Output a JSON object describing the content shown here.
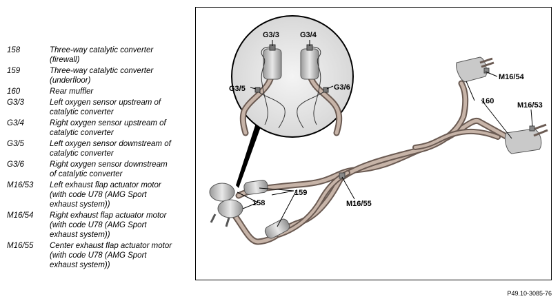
{
  "legend": [
    {
      "code": "158",
      "desc": "Three-way catalytic converter\n(firewall)"
    },
    {
      "code": "159",
      "desc": "Three-way catalytic converter\n(underfloor)"
    },
    {
      "code": "160",
      "desc": "Rear muffler"
    },
    {
      "code": "G3/3",
      "desc": "Left oxygen sensor upstream of\ncatalytic converter"
    },
    {
      "code": "G3/4",
      "desc": "Right oxygen sensor upstream of\ncatalytic converter"
    },
    {
      "code": "G3/5",
      "desc": "Left oxygen sensor downstream of\ncatalytic converter"
    },
    {
      "code": "G3/6",
      "desc": "Right oxygen sensor downstream\nof catalytic converter"
    },
    {
      "code": "M16/53",
      "desc": "Left exhaust flap actuator motor\n(with code U78 (AMG Sport\nexhaust system))"
    },
    {
      "code": "M16/54",
      "desc": "Right exhaust flap actuator motor\n(with code U78 (AMG Sport\nexhaust system))"
    },
    {
      "code": "M16/55",
      "desc": "Center exhaust flap actuator motor\n(with code U78 (AMG Sport\nexhaust system))"
    }
  ],
  "diagram": {
    "labels": {
      "g33": "G3/3",
      "g34": "G3/4",
      "g35": "G3/5",
      "g36": "G3/6",
      "m1654": "M16/54",
      "n160": "160",
      "m1653": "M16/53",
      "n159": "159",
      "n158": "158",
      "m1655": "M16/55"
    }
  },
  "reference": "P49.10-3085-76"
}
